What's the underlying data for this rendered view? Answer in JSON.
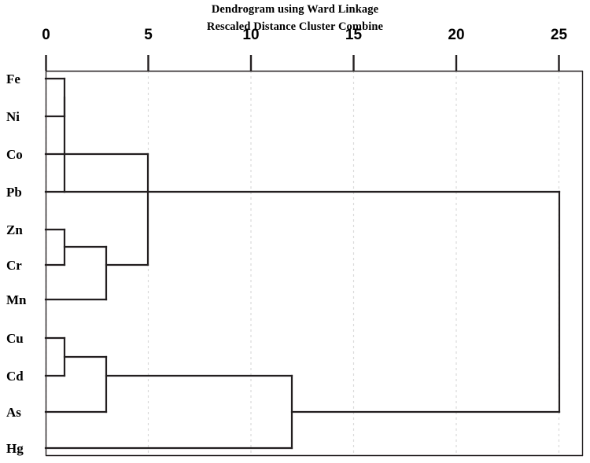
{
  "figure": {
    "title": "Dendrogram using Ward Linkage",
    "subtitle": "Rescaled Distance Cluster Combine",
    "background_color": "#ffffff",
    "line_color": "#231f20",
    "grid_color": "#d9d9d9"
  },
  "chart_data": {
    "type": "dendrogram",
    "title": "Dendrogram using Ward Linkage",
    "subtitle": "Rescaled Distance Cluster Combine",
    "xlabel": "Rescaled Distance Cluster Combine",
    "ylabel": "",
    "orientation": "horizontal",
    "xlim": [
      0,
      25
    ],
    "xticks": [
      0,
      5,
      10,
      15,
      20,
      25
    ],
    "xtick_labels": [
      "0",
      "5",
      "10",
      "15",
      "20",
      "25"
    ],
    "grid": "vertical dashed at xticks",
    "legend": "none",
    "leaves": [
      "Fe",
      "Ni",
      "Co",
      "Pb",
      "Zn",
      "Cr",
      "Mn",
      "Cu",
      "Cd",
      "As",
      "Hg"
    ],
    "leaf_order": [
      "Fe",
      "Ni",
      "Co",
      "Pb",
      "Zn",
      "Cr",
      "Mn",
      "Cu",
      "Cd",
      "As",
      "Hg"
    ],
    "merges": [
      {
        "id": "m1",
        "left": "Fe",
        "right": "Ni",
        "distance": 0.9
      },
      {
        "id": "m2",
        "left": "m1",
        "right": "Co",
        "distance": 0.9
      },
      {
        "id": "m3",
        "left": "m2",
        "right": "Pb",
        "distance": 0.9
      },
      {
        "id": "m4",
        "left": "Zn",
        "right": "Cr",
        "distance": 0.9
      },
      {
        "id": "m5",
        "left": "m4",
        "right": "Mn",
        "distance": 3.0
      },
      {
        "id": "m6",
        "left": "m3",
        "right": "m5",
        "distance": 5.0
      },
      {
        "id": "m7",
        "left": "Cu",
        "right": "Cd",
        "distance": 0.9
      },
      {
        "id": "m8",
        "left": "m7",
        "right": "As",
        "distance": 3.0
      },
      {
        "id": "m9",
        "left": "m8",
        "right": "Hg",
        "distance": 12.0
      },
      {
        "id": "m10",
        "left": "m6",
        "right": "m9",
        "distance": 25.0
      }
    ],
    "clusters": [
      [
        "Fe",
        "Ni",
        "Co",
        "Pb",
        "Zn",
        "Cr",
        "Mn"
      ],
      [
        "Cu",
        "Cd",
        "As",
        "Hg"
      ]
    ]
  },
  "axis": {
    "ticks": [
      {
        "label": "0",
        "value": 0
      },
      {
        "label": "5",
        "value": 5
      },
      {
        "label": "10",
        "value": 10
      },
      {
        "label": "15",
        "value": 15
      },
      {
        "label": "20",
        "value": 20
      },
      {
        "label": "25",
        "value": 25
      }
    ]
  },
  "leaf_labels": [
    {
      "label": "Fe"
    },
    {
      "label": "Ni"
    },
    {
      "label": "Co"
    },
    {
      "label": "Pb"
    },
    {
      "label": "Zn"
    },
    {
      "label": "Cr"
    },
    {
      "label": "Mn"
    },
    {
      "label": "Cu"
    },
    {
      "label": "Cd"
    },
    {
      "label": "As"
    },
    {
      "label": "Hg"
    }
  ]
}
